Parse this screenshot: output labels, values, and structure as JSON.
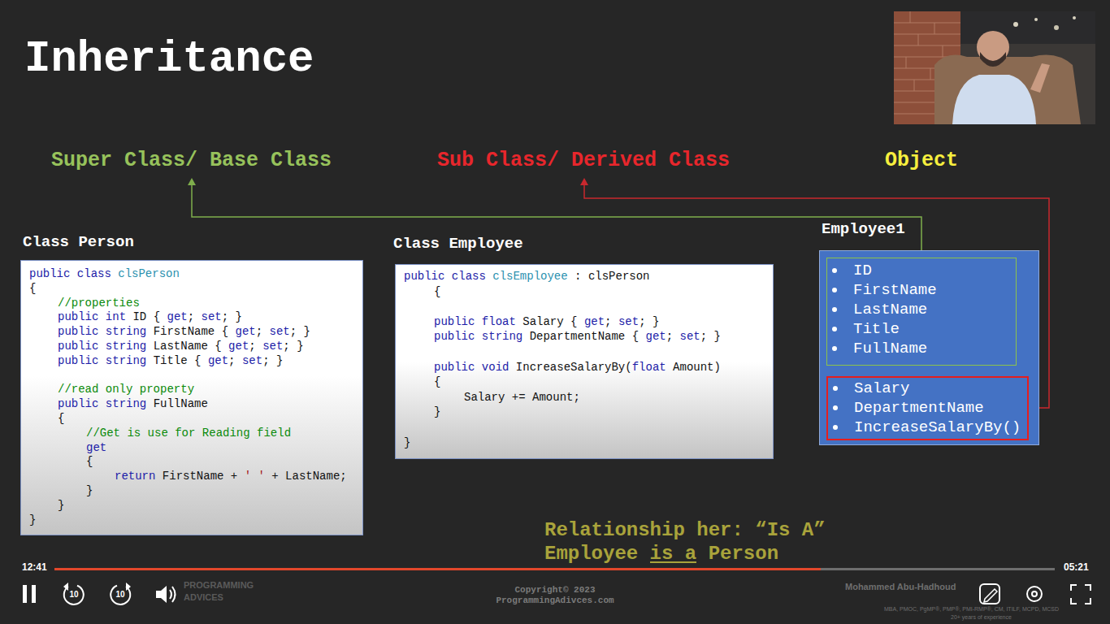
{
  "diagram": {
    "title": "Inheritance",
    "nodes": [
      {
        "text": [
          "Class Person",
          "public class clsPerson",
          "{",
          "//properties",
          "public int ID { get; set; }",
          "public string FirstName { get; set; }",
          "public string LastName { get; set; }",
          "public string Title { get; set; }",
          "//read only property",
          "public string FullName",
          "{",
          "//Get is use for Reading field",
          "get",
          "{",
          "return FirstName + ' ' + LastName;",
          "}",
          "}",
          "}"
        ]
      },
      {
        "text": [
          "Class Employee",
          "public class clsEmployee : clsPerson",
          "{",
          "public float Salary { get; set; }",
          "public string DepartmentName { get; set; }",
          "public void IncreaseSalaryBy(float Amount)",
          "{",
          "Salary += Amount;",
          "}",
          "}"
        ]
      },
      {
        "text": [
          "Employee1"
        ]
      },
      {
        "text": [
          "ID",
          "FirstName",
          "LastName",
          "Title",
          "FullName"
        ],
        "in": 2
      },
      {
        "text": [
          "Salary",
          "DepartmentName",
          "IncreaseSalaryBy()"
        ],
        "in": 2
      }
    ],
    "labels": [
      "Super Class/ Base Class",
      "Sub Class/ Derived Class",
      "Object",
      "Relationship her: “Is A”",
      "Employee is a Person",
      "12:41",
      "05:21",
      "10",
      "10",
      "PROGRAMMING",
      "ADVICES",
      "Copyright© 2023 ProgrammingAdivces.com",
      "Mohammed Abu-Hadhoud",
      "MBA, PMOC, PgMP®, PMP®, PMI-RMP®, CM, ITILF, MCPD, MCSD",
      "20+ years of experience"
    ]
  }
}
